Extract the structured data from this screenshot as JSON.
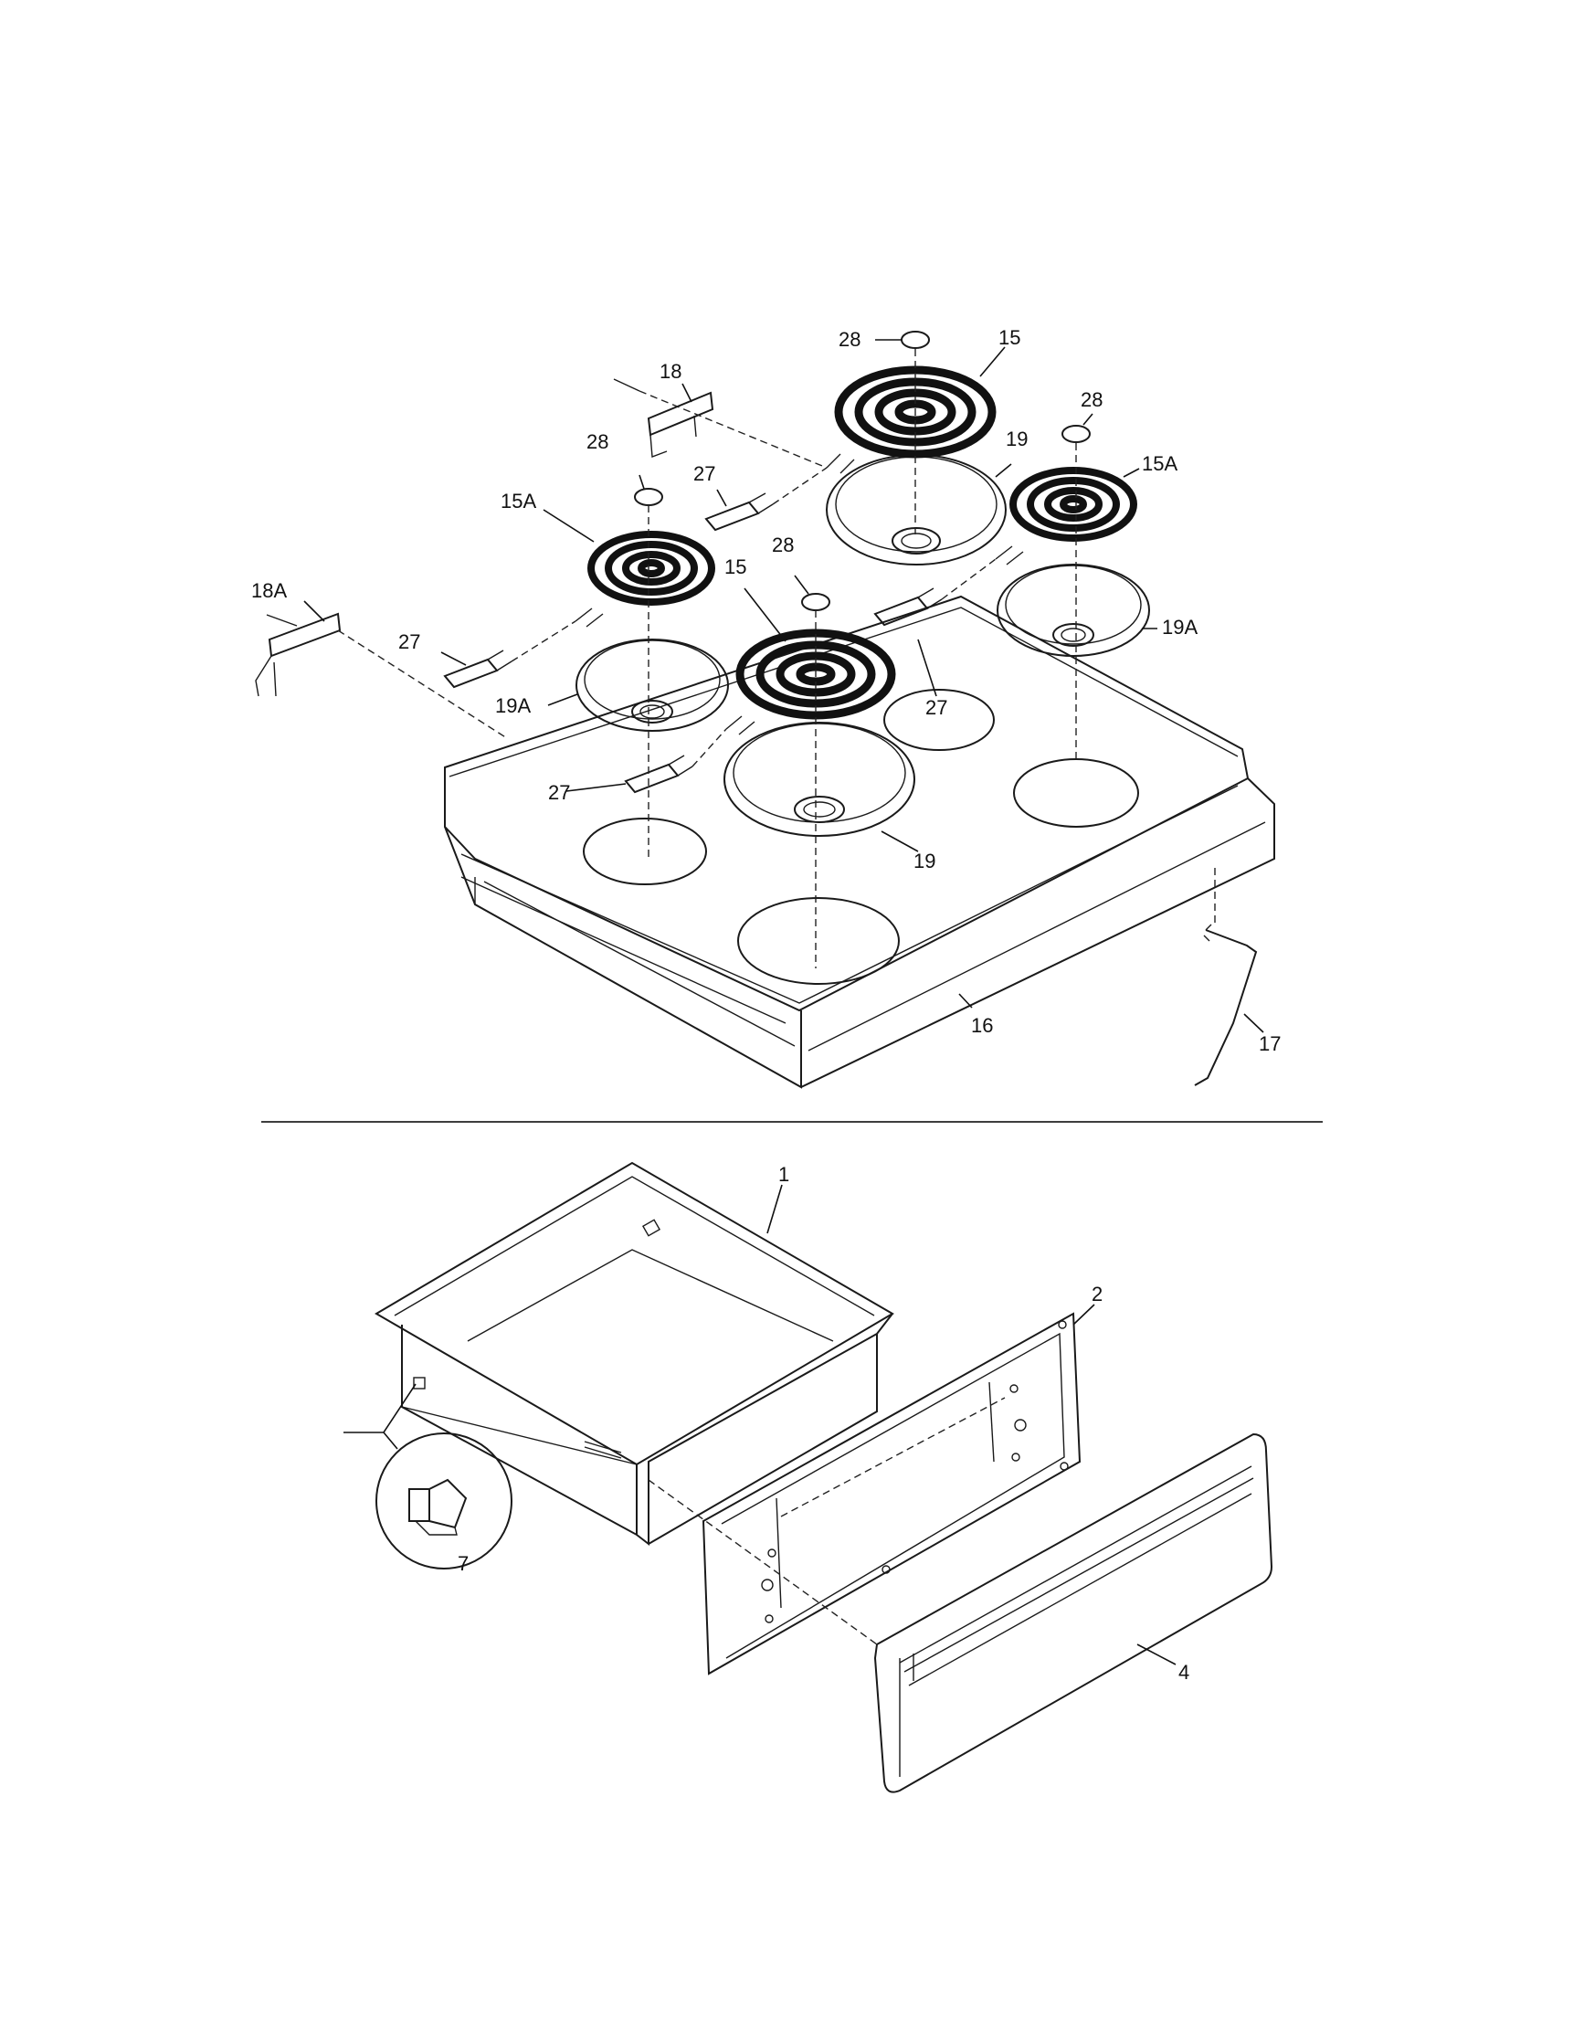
{
  "labels": {
    "part_28_a": "28",
    "part_15_a": "15",
    "part_18": "18",
    "part_19_a": "19",
    "part_28_b": "28",
    "part_15A_a": "15A",
    "part_28_c": "28",
    "part_27_a": "27",
    "part_15A_b": "15A",
    "part_15_b": "15",
    "part_28_d": "28",
    "part_18A": "18A",
    "part_19A_a": "19A",
    "part_27_b": "27",
    "part_27_c": "27",
    "part_19A_b": "19A",
    "part_27_d": "27",
    "part_19_b": "19",
    "part_16": "16",
    "part_17": "17",
    "part_1": "1",
    "part_2": "2",
    "part_7": "7",
    "part_4": "4"
  }
}
